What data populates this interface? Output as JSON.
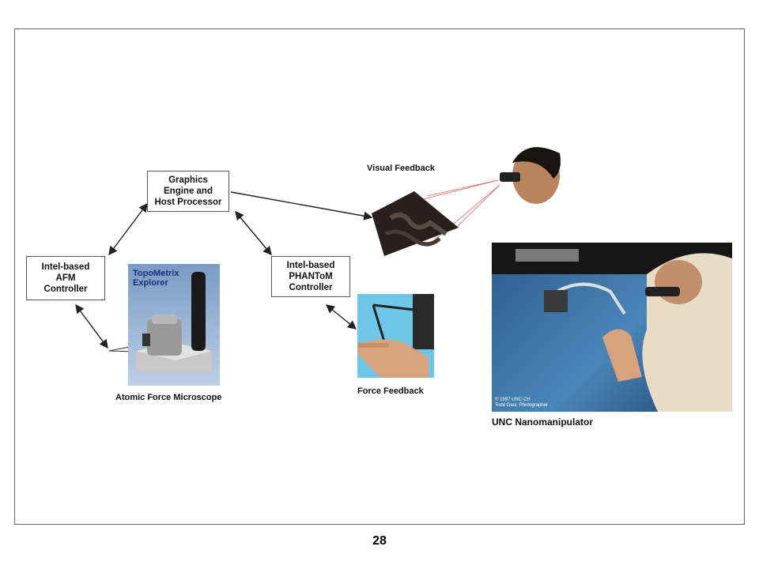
{
  "diagram": {
    "nodes": {
      "graphics": "Graphics\nEngine and\nHost Processor",
      "afm_controller": "Intel-based\nAFM\nController",
      "phantom_controller": "Intel-based\nPHANToM\nController"
    },
    "labels": {
      "visual_feedback": "Visual Feedback",
      "force_feedback": "Force Feedback",
      "atomic_force_microscope": "Atomic Force Microscope",
      "topometrix": "TopoMetrix\nExplorer",
      "nanomanipulator": "UNC Nanomanipulator",
      "photo_credit": "© 1997 UNC-CH\nTodd Gaul, Photographer"
    }
  },
  "page_number": "28"
}
